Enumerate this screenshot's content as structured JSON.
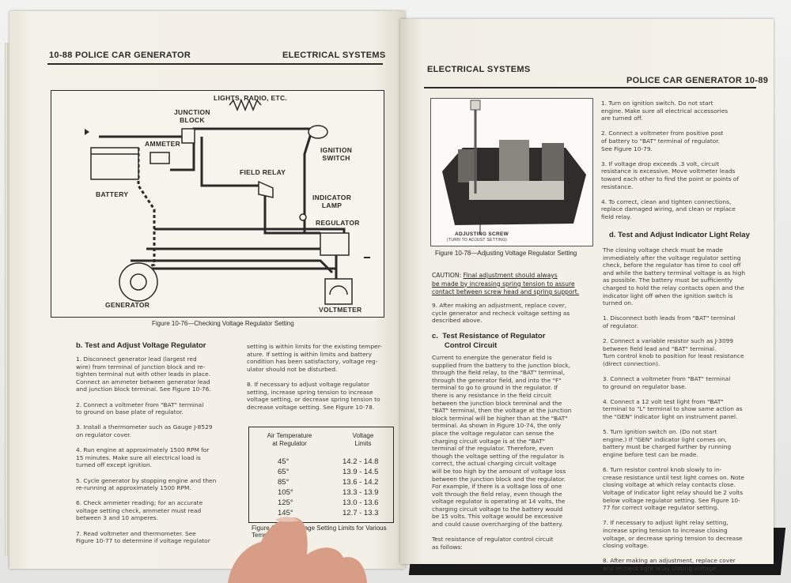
{
  "left_page": {
    "header_left": "10-88   POLICE CAR GENERATOR",
    "header_right": "ELECTRICAL SYSTEMS",
    "figure_labels": {
      "lights": "LIGHTS, RADIO, ETC.",
      "junction_block": "JUNCTION\nBLOCK",
      "ammeter": "AMMETER",
      "ignition_switch": "IGNITION\nSWITCH",
      "field_relay": "FIELD RELAY",
      "battery": "BATTERY",
      "indicator_lamp": "INDICATOR\nLAMP",
      "regulator": "REGULATOR",
      "generator": "GENERATOR",
      "voltmeter": "VOLTMETER"
    },
    "figure_caption": "Figure 10-76—Checking Voltage Regulator Setting",
    "section_b_title": "b.  Test and Adjust Voltage Regulator",
    "col1": "1. Disconnect generator lead (largest red\nwire) from terminal of junction block and re-\ntighten terminal nut with other leads in place.\nConnect an ammeter between generator lead\nand junction block terminal. See Figure 10-76.\n\n2. Connect a voltmeter from \"BAT\" terminal\nto ground on base plate of regulator.\n\n3. Install a thermometer such as Gauge J-8529\non regulator cover.\n\n4. Run engine at approximately 1500 RPM for\n15 minutes. Make sure all electrical load is\nturned off except ignition.\n\n5. Cycle generator by stopping engine and then\nre-running at approximately 1500 RPM.\n\n6. Check ammeter reading; for an accurate\nvoltage setting check, ammeter must read\nbetween 3 and 10 amperes.\n\n7. Read voltmeter and thermometer. See\nFigure 10-77 to determine if voltage regulator",
    "col2": "setting is within limits for the existing temper-\nature. If setting is within limits and battery\ncondition has been satisfactory, voltage reg-\nulator should not be disturbed.\n\n8. If necessary to adjust voltage regulator\nsetting, increase spring tension to increase\nvoltage setting, or decrease spring tension to\ndecrease voltage setting. See Figure 10-78.",
    "limits_table": {
      "col_left": "Air Temperature\nat Regulator",
      "col_right": "Voltage\nLimits",
      "rows": [
        {
          "temp": "45°",
          "limits": "14.2 - 14.8"
        },
        {
          "temp": "65°",
          "limits": "13.9 - 14.5"
        },
        {
          "temp": "85°",
          "limits": "13.6 - 14.2"
        },
        {
          "temp": "105°",
          "limits": "13.3 - 13.9"
        },
        {
          "temp": "125°",
          "limits": "13.0 - 13.6"
        },
        {
          "temp": "145°",
          "limits": "12.7 - 13.3"
        }
      ]
    },
    "table_caption": "Figure 10-77—Voltage Setting Limits for Various Temperatures"
  },
  "right_page": {
    "header_left": "ELECTRICAL SYSTEMS",
    "header_right": "POLICE CAR GENERATOR   10-89",
    "photo_label": "ADJUSTING SCREW",
    "photo_sublabel": "(TURN TO ADJUST SETTING)",
    "photo_caption": "Figure 10-78—Adjusting Voltage Regulator Setting",
    "top_right_col": "1. Turn on ignition switch. Do not start\nengine. Make sure all electrical accessories\nare turned off.\n\n2. Connect a voltmeter from positive post\nof battery to \"BAT\" terminal of regulator.\nSee Figure 10-79.\n\n3. If voltage drop exceeds .3 volt, circuit\nresistance is excessive. Move voltmeter leads\ntoward each other to find the point or points of\nresistance.\n\n4. To correct, clean and tighten connections,\nreplace damaged wiring, and clean or replace\nfield relay.",
    "section_d_title": "d.  Test and Adjust Indicator Light Relay",
    "col_d": "The closing voltage check must be made\nimmediately after the voltage regulator setting\ncheck, before the regulator has time to cool off\nand while the battery terminal voltage is as high\nas possible. The battery must be sufficiently\ncharged to hold the relay contacts open and the\nindicator light off when the ignition switch is\nturned on.\n\n1. Disconnect both leads from \"BAT\" terminal\nof regulator.\n\n2. Connect a variable resistor such as J-3099\nbetween field lead and \"BAT\" terminal.\nTurn control knob to position for least resistance\n(direct connection).\n\n3. Connect a voltmeter from \"BAT\" terminal\nto ground on regulator base.\n\n4. Connect a 12 volt test light from \"BAT\"\nterminal to \"L\" terminal to show same action as\nthe \"GEN\" indicator light on instrument panel.\n\n5. Turn ignition switch on. (Do not start\nengine.) If \"GEN\" indicator light comes on,\nbattery must be charged further by running\nengine before test can be made.\n\n6. Turn resistor control knob slowly to in-\ncrease resistance until test light comes on. Note\nclosing voltage at which relay contacts close.\nVoltage of indicator light relay should be 2 volts\nbelow voltage regulator setting. See Figure 10-\n77 for correct voltage regulator setting.\n\n7. If necessary to adjust light relay setting,\nincrease spring tension to increase closing\nvoltage, or decrease spring tension to decrease\nclosing voltage.\n\n8. After making an adjustment, replace cover\nand recheck light relay closing voltage.",
    "caution_prefix": "CAUTION:",
    "caution_text": "Final adjustment should always\nbe made by increasing spring tension to assure\ncontact between screw head and spring support.",
    "step9": "9. After making an adjustment, replace cover,\ncycle generator and recheck voltage setting as\ndescribed above.",
    "section_c_title": "c.  Test Resistance of Regulator\n      Control Circuit",
    "col_c": "Current to energize the generator field is\nsupplied from the battery to the junction block,\nthrough the field relay, to the \"BAT\" terminal,\nthrough the generator field, and into the \"F\"\nterminal to go to ground in the regulator. If\nthere is any resistance in the field circuit\nbetween the junction block terminal and the\n\"BAT\" terminal, then the voltage at the junction\nblock terminal will be higher than at the \"BAT\"\nterminal. As shown in Figure 10-74, the only\nplace the voltage regulator can sense the\ncharging circuit voltage is at the \"BAT\"\nterminal of the regulator. Therefore, even\nthough the voltage setting of the regulator is\ncorrect, the actual charging circuit voltage\nwill be too high by the amount of voltage loss\nbetween the junction block and the regulator.\nFor example, if there is a voltage loss of one\nvolt through the field relay, even though the\nvoltage regulator is operating at 14 volts, the\ncharging circuit voltage to the battery would\nbe 15 volts. This voltage would be excessive\nand could cause overcharging of the battery.\n\nTest resistance of regulator control circuit\nas follows:"
  }
}
